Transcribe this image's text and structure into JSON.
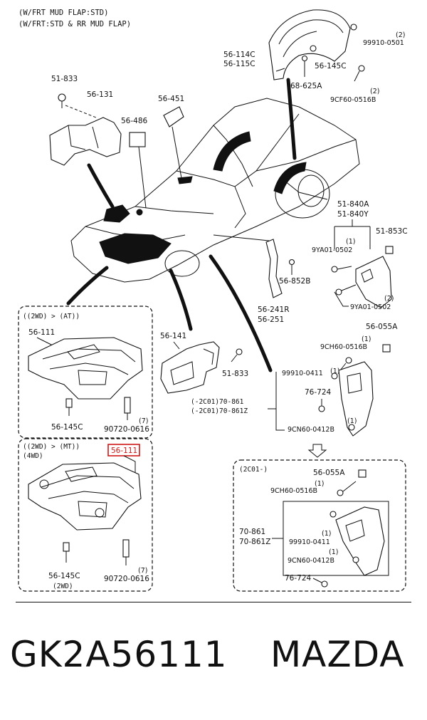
{
  "header": {
    "line1": "(W/FRT MUD FLAP:STD)",
    "line2": "(W/FRT:STD & RR MUD FLAP)"
  },
  "labels": {
    "p99910_0501": "99910-0501",
    "p99910_0501_qty": "(2)",
    "p56_114C": "56-114C",
    "p56_115C": "56-115C",
    "p56_145C_top": "56-145C",
    "p68_625A": "68-625A",
    "p9CF60_qty": "(2)",
    "p9CF60": "9CF60-0516B",
    "p51_833_top": "51-833",
    "p56_131": "56-131",
    "p56_451": "56-451",
    "p56_486": "56-486",
    "p51_840A": "51-840A",
    "p51_840Y": "51-840Y",
    "p51_853C": "51-853C",
    "p9YA01_qty1": "(1)",
    "p9YA01_a": "9YA01-0502",
    "p56_852B": "56-852B",
    "p9YA01_qty2": "(2)",
    "p9YA01_b": "9YA01-0502",
    "p56_241R": "56-241R",
    "p56_251": "56-251"
  },
  "box_at": {
    "title": "((2WD) > (AT))",
    "part": "56-111",
    "clip": "56-145C",
    "bolt_qty": "(7)",
    "bolt": "90720-0616"
  },
  "box_mt": {
    "title": "((2WD) > (MT))",
    "title2": "(4WD)",
    "part": "56-111",
    "clip": "56-145C",
    "clip_note": "(2WD)",
    "bolt_qty": "(7)",
    "bolt": "90720-0616"
  },
  "middle": {
    "p56_141": "56-141",
    "p51_833": "51-833",
    "p56_055A": "56-055A",
    "qty1": "(1)",
    "p9CH60": "9CH60-0516B",
    "p99910_0411": "99910-0411",
    "qty2": "(1)",
    "mud_line1": "(-2C01)70-861",
    "mud_line2": "(-2C01)70-861Z",
    "p76_724": "76-724",
    "qty3": "(1)",
    "p9CN60": "9CN60-0412B"
  },
  "box_2c01": {
    "title": "(2C01-)",
    "p56_055A": "56-055A",
    "qty1": "(1)",
    "p9CH60": "9CH60-0516B",
    "p70_861": "70-861",
    "p70_861Z": "70-861Z",
    "qty2": "(1)",
    "p99910_0411": "99910-0411",
    "qty3": "(1)",
    "p9CN60": "9CN60-0412B",
    "p76_724": "76-724"
  },
  "caption": {
    "part_number": "GK2A56111",
    "brand": "MAZDA"
  },
  "highlight_color": "#d01818"
}
